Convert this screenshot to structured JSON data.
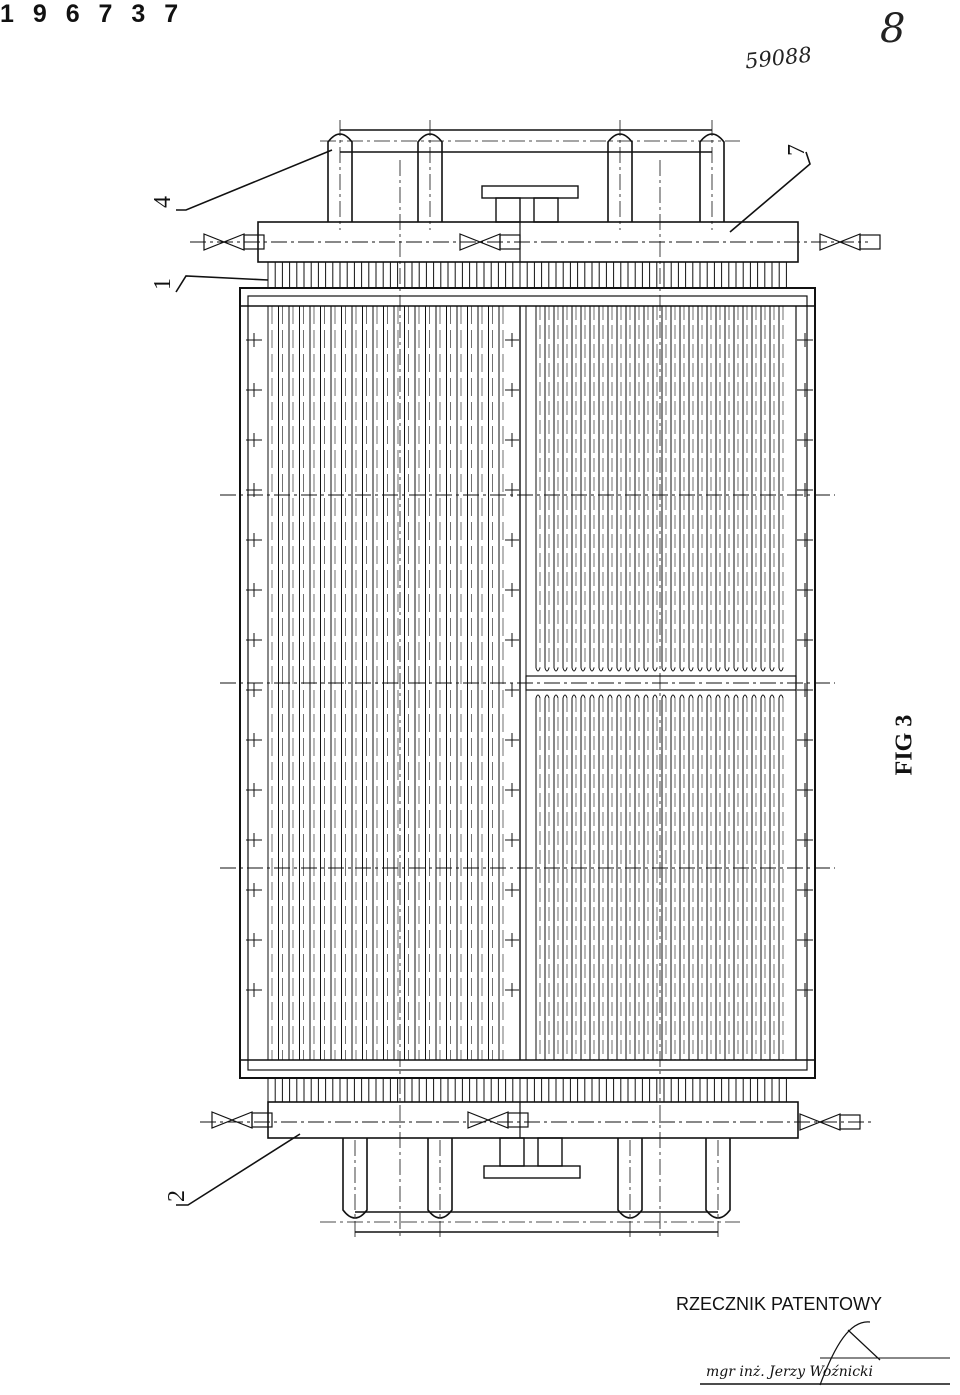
{
  "figure": {
    "title": "FIG 3",
    "reference_labels": [
      "4",
      "1",
      "7",
      "2"
    ]
  },
  "handwritten": {
    "document_number": "59088",
    "page_number": "8"
  },
  "document": {
    "patent_number": "1 9 6 7 3 7"
  },
  "footer": {
    "attorney_title": "RZECZNIK PATENTOWY",
    "attorney_signature": "mgr inż. Jerzy Woźnicki"
  },
  "colors": {
    "ink": "#111111",
    "paper": "#ffffff"
  }
}
